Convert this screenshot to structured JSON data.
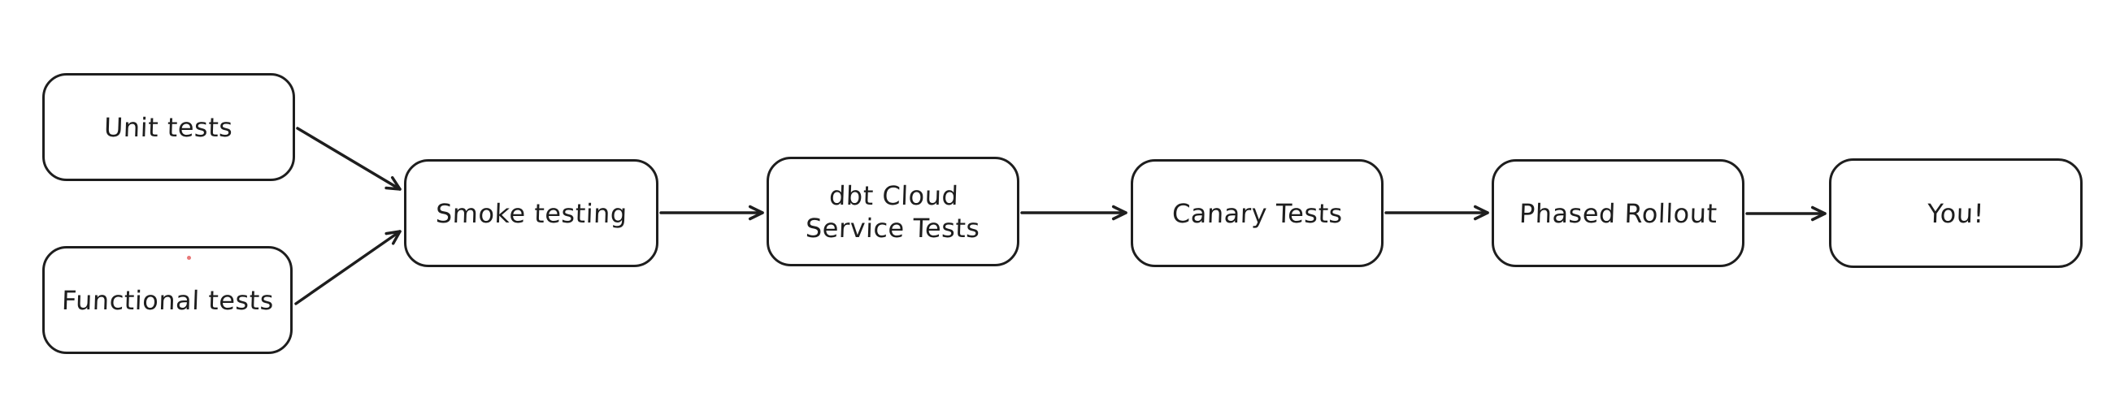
{
  "diagram": {
    "type": "flowchart",
    "background_color": "#ffffff",
    "stroke_color": "#1e1e1e",
    "artifact_dot_color": "#e87878",
    "nodes": [
      {
        "id": "unit-tests",
        "label": "Unit tests"
      },
      {
        "id": "functional-tests",
        "label": "Functional tests"
      },
      {
        "id": "smoke-testing",
        "label": "Smoke testing"
      },
      {
        "id": "dbt-cloud-service-tests",
        "label": "dbt Cloud Service Tests"
      },
      {
        "id": "canary-tests",
        "label": "Canary Tests"
      },
      {
        "id": "phased-rollout",
        "label": "Phased Rollout"
      },
      {
        "id": "you",
        "label": "You!"
      }
    ],
    "edges": [
      {
        "from": "unit-tests",
        "to": "smoke-testing"
      },
      {
        "from": "functional-tests",
        "to": "smoke-testing"
      },
      {
        "from": "smoke-testing",
        "to": "dbt-cloud-service-tests"
      },
      {
        "from": "dbt-cloud-service-tests",
        "to": "canary-tests"
      },
      {
        "from": "canary-tests",
        "to": "phased-rollout"
      },
      {
        "from": "phased-rollout",
        "to": "you"
      }
    ]
  }
}
